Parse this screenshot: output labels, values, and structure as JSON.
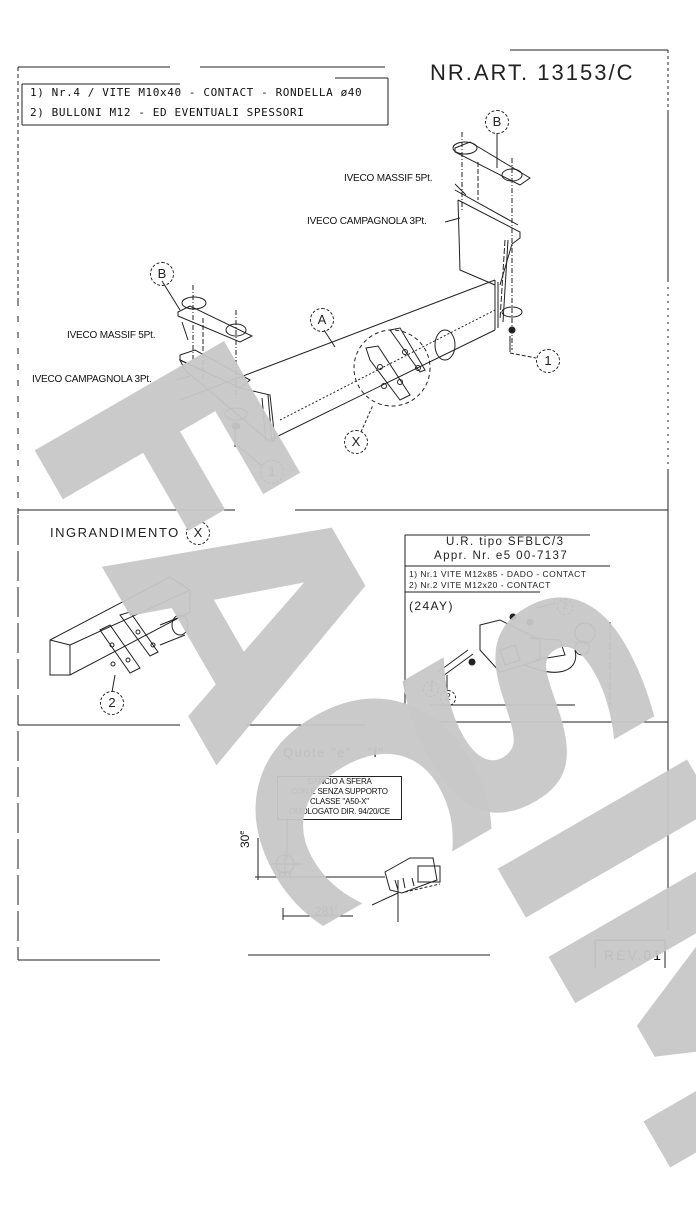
{
  "document": {
    "article_number": "NR.ART. 13153/C",
    "revision": "REV.01",
    "watermark": "FAC SIMILE",
    "notes": [
      "1) Nr.4 / VITE M10x40 - CONTACT - RONDELLA ø40",
      "2) BULLONI M12 - ED EVENTUALI SPESSORI"
    ]
  },
  "main_view": {
    "callouts": {
      "b_top": "B",
      "b_left": "B",
      "a": "A",
      "x": "X",
      "one_right": "1",
      "one_left": "1"
    },
    "labels": {
      "massif_top": "IVECO MASSIF 5Pt.",
      "campagnola_top": "IVECO CAMPAGNOLA 3Pt.",
      "massif_left": "IVECO MASSIF 5Pt.",
      "campagnola_left": "IVECO CAMPAGNOLA 3Pt."
    }
  },
  "detail_view": {
    "title": "INGRANDIMENTO",
    "callout": "X",
    "part_callout": "2"
  },
  "coupling_unit": {
    "type": "U.R. tipo SFBLC/3",
    "approval": "Appr. Nr. e5 00-7137",
    "parts": [
      "1) Nr.1  VITE M12x85 - DADO - CONTACT",
      "2) Nr.2  VITE M12x20 - CONTACT"
    ],
    "code": "(24AY)",
    "callouts": [
      "1",
      "2",
      "2"
    ]
  },
  "dimensions": {
    "title": "Quote \"e\" , \"f\"",
    "certification": [
      "GANCIO A SFERA",
      "CON E SENZA SUPPORTO",
      "CLASSE \"A50-X\"",
      "OMOLOGATO DIR. 94/20/CE"
    ],
    "height": "30",
    "height_sup": "e",
    "length": "281",
    "length_sup": "f"
  }
}
